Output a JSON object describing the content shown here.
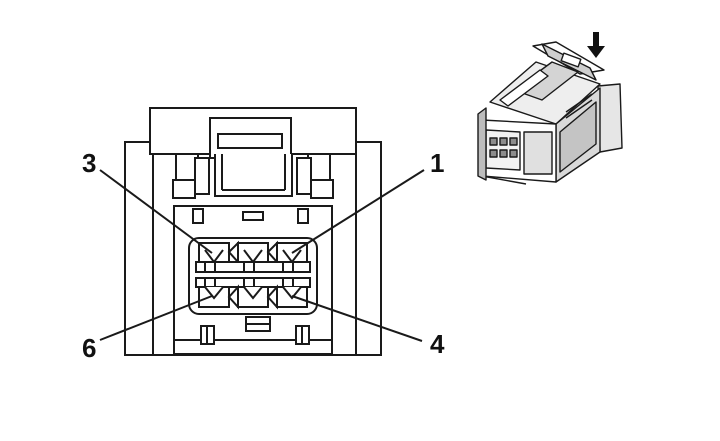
{
  "diagram": {
    "pin_labels": {
      "top_left": "3",
      "top_right": "1",
      "bottom_left": "6",
      "bottom_right": "4"
    },
    "colors": {
      "line": "#1a1a1a",
      "fill": "#ffffff",
      "iso_body": "#d9d9d9",
      "iso_dark": "#8c8c8c"
    },
    "icons": {
      "insertion_arrow": "down-arrow-icon"
    }
  }
}
